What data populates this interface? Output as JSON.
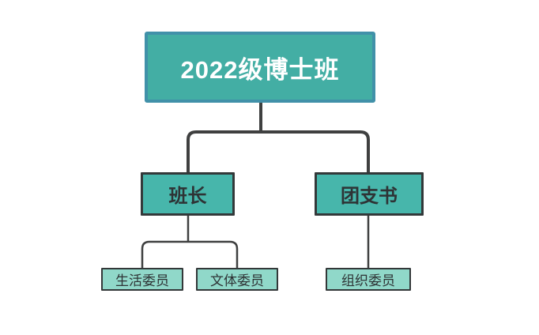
{
  "diagram": {
    "type": "org-chart",
    "root": {
      "label": "2022级博士班"
    },
    "level2": [
      {
        "id": "class-monitor",
        "label": "班长",
        "parent": "root"
      },
      {
        "id": "league-secretary",
        "label": "团支书",
        "parent": "root"
      }
    ],
    "level3": [
      {
        "id": "life-committee",
        "label": "生活委员",
        "parent": "class-monitor"
      },
      {
        "id": "culture-sports-committee",
        "label": "文体委员",
        "parent": "class-monitor"
      },
      {
        "id": "organization-committee",
        "label": "组织委员",
        "parent": "league-secretary"
      }
    ],
    "colors": {
      "root_fill": "#43AEA4",
      "root_border": "#4191A9",
      "root_text": "#FFFFFF",
      "branch_fill": "#47B6AB",
      "leaf_fill": "#90D8C9",
      "node_border": "#333839",
      "node_text": "#2E3335",
      "connector": "#3F4040",
      "canvas_bg": "#FFFFFF"
    }
  }
}
